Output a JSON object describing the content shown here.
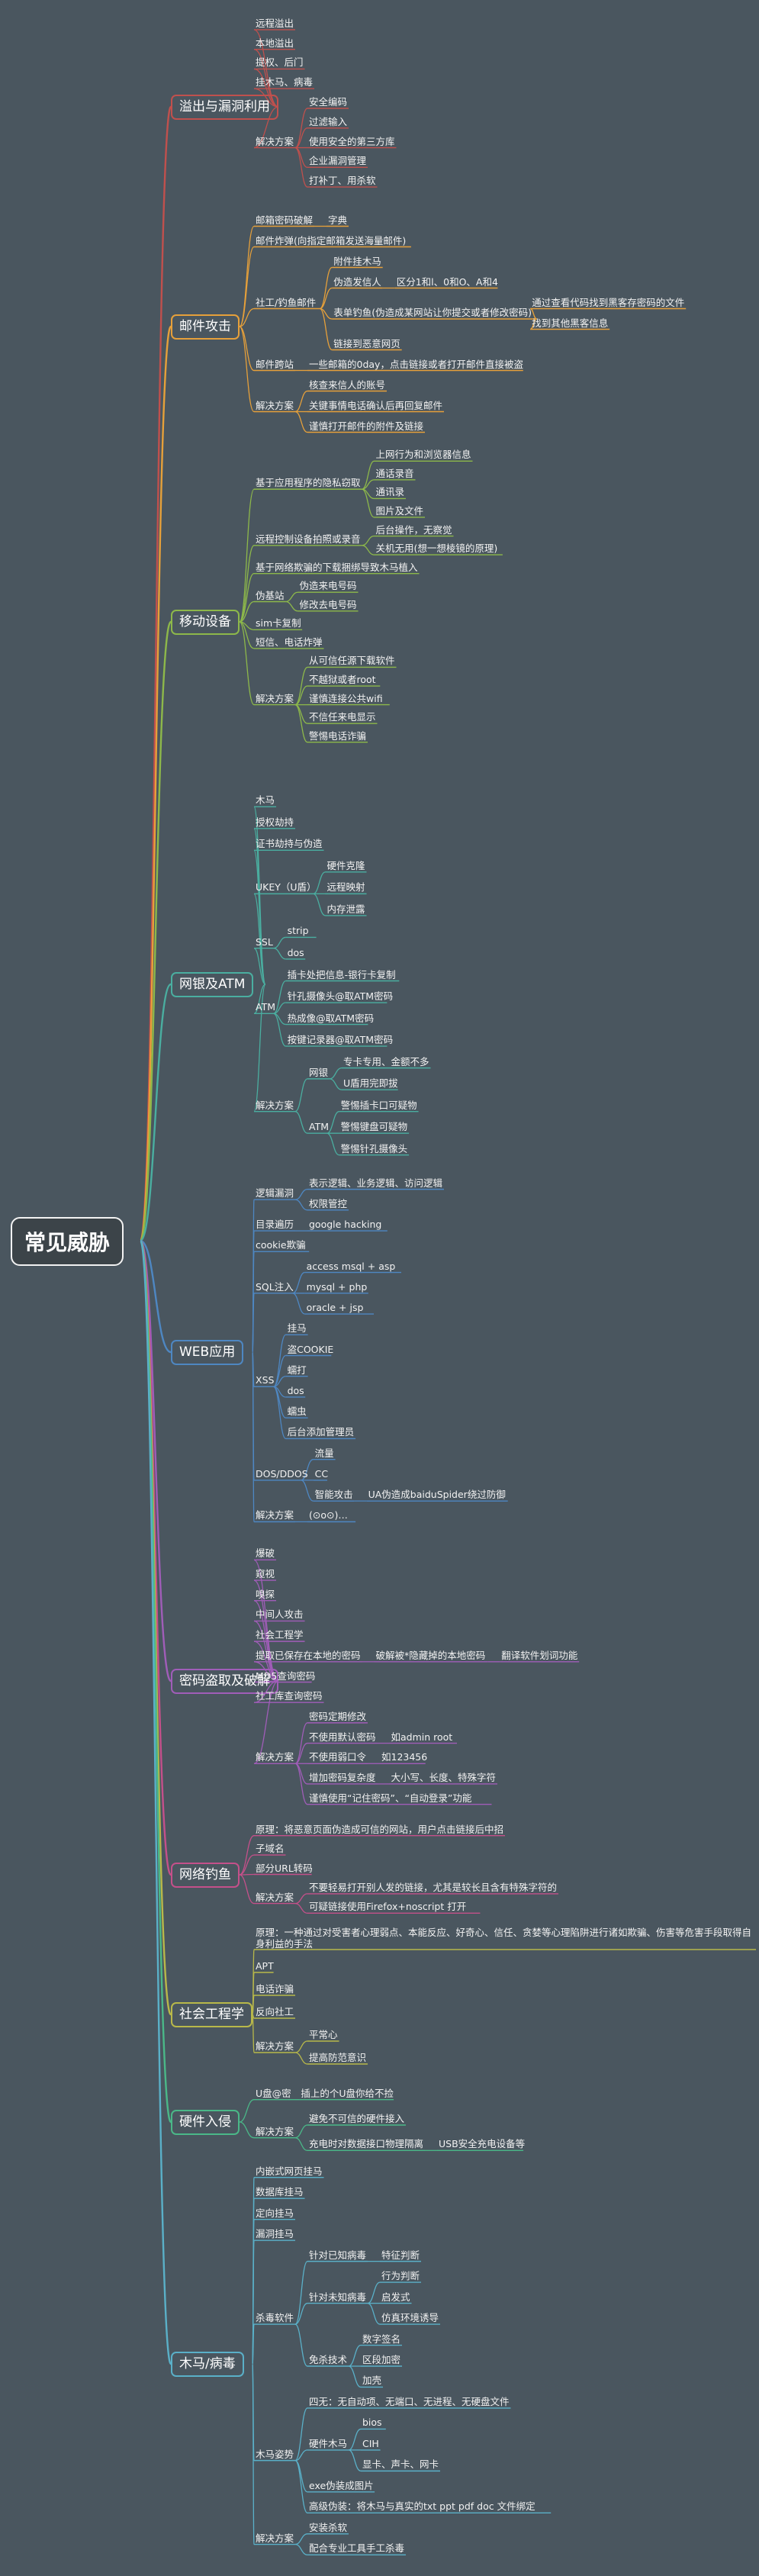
{
  "root": {
    "label": "常见威胁"
  },
  "branches": [
    {
      "label": "溢出与漏洞利用",
      "color": "#c0504d",
      "items": [
        {
          "label": "远程溢出"
        },
        {
          "label": "本地溢出"
        },
        {
          "label": "提权、后门"
        },
        {
          "label": "挂木马、病毒"
        },
        {
          "label": "解决方案",
          "children": [
            {
              "label": "安全编码"
            },
            {
              "label": "过滤输入"
            },
            {
              "label": "使用安全的第三方库"
            },
            {
              "label": "企业漏洞管理"
            },
            {
              "label": "打补丁、用杀软"
            }
          ]
        }
      ]
    },
    {
      "label": "邮件攻击",
      "color": "#e6a03a",
      "items": [
        {
          "label": "邮箱密码破解",
          "children": [
            {
              "label": "字典"
            }
          ]
        },
        {
          "label": "邮件炸弹(向指定邮箱发送海量邮件)"
        },
        {
          "label": "社工/钓鱼邮件",
          "children": [
            {
              "label": "附件挂木马"
            },
            {
              "label": "伪造发信人",
              "children": [
                {
                  "label": "区分1和l、0和O、A和4"
                }
              ]
            },
            {
              "label": "表单钓鱼(伪造成某网站让你提交或者修改密码)",
              "children": [
                {
                  "label": "通过查看代码找到黑客存密码的文件"
                },
                {
                  "label": "找到其他黑客信息"
                }
              ]
            },
            {
              "label": "链接到恶意网页"
            }
          ]
        },
        {
          "label": "邮件跨站",
          "children": [
            {
              "label": "一些邮箱的0day，点击链接或者打开邮件直接被盗"
            }
          ]
        },
        {
          "label": "解决方案",
          "children": [
            {
              "label": "核查来信人的账号"
            },
            {
              "label": "关键事情电话确认后再回复邮件"
            },
            {
              "label": "谨慎打开邮件的附件及链接"
            }
          ]
        }
      ]
    },
    {
      "label": "移动设备",
      "color": "#8db84a",
      "items": [
        {
          "label": "基于应用程序的隐私窃取",
          "children": [
            {
              "label": "上网行为和浏览器信息"
            },
            {
              "label": "通话录音"
            },
            {
              "label": "通讯录"
            },
            {
              "label": "图片及文件"
            }
          ]
        },
        {
          "label": "远程控制设备拍照或录音",
          "children": [
            {
              "label": "后台操作，无察觉"
            },
            {
              "label": "关机无用(想一想棱镜的原理)"
            }
          ]
        },
        {
          "label": "基于网络欺骗的下载捆绑导致木马植入"
        },
        {
          "label": "伪基站",
          "children": [
            {
              "label": "伪造来电号码"
            },
            {
              "label": "修改去电号码"
            }
          ]
        },
        {
          "label": "sim卡复制"
        },
        {
          "label": "短信、电话炸弹"
        },
        {
          "label": "解决方案",
          "children": [
            {
              "label": "从可信任源下载软件"
            },
            {
              "label": "不越狱或者root"
            },
            {
              "label": "谨慎连接公共wifi"
            },
            {
              "label": "不信任来电显示"
            },
            {
              "label": "警惕电话诈骗"
            }
          ]
        }
      ]
    },
    {
      "label": "网银及ATM",
      "color": "#4aaea0",
      "items": [
        {
          "label": "木马"
        },
        {
          "label": "授权劫持"
        },
        {
          "label": "证书劫持与伪造"
        },
        {
          "label": "UKEY（U盾）",
          "children": [
            {
              "label": "硬件克隆"
            },
            {
              "label": "远程映射"
            },
            {
              "label": "内存泄露"
            }
          ]
        },
        {
          "label": "SSL",
          "children": [
            {
              "label": "strip"
            },
            {
              "label": "dos"
            }
          ]
        },
        {
          "label": "ATM",
          "children": [
            {
              "label": "插卡处把信息-银行卡复制"
            },
            {
              "label": "针孔摄像头@取ATM密码"
            },
            {
              "label": "热成像@取ATM密码"
            },
            {
              "label": "按键记录器@取ATM密码"
            }
          ]
        },
        {
          "label": "解决方案",
          "children": [
            {
              "label": "网银",
              "children": [
                {
                  "label": "专卡专用、金额不多"
                },
                {
                  "label": "U盾用完即拔"
                }
              ]
            },
            {
              "label": "ATM",
              "children": [
                {
                  "label": "警惕插卡口可疑物"
                },
                {
                  "label": "警惕键盘可疑物"
                },
                {
                  "label": "警惕针孔摄像头"
                }
              ]
            }
          ]
        }
      ]
    },
    {
      "label": "WEB应用",
      "color": "#4e87c2",
      "items": [
        {
          "label": "逻辑漏洞",
          "children": [
            {
              "label": "表示逻辑、业务逻辑、访问逻辑"
            },
            {
              "label": "权限管控"
            }
          ]
        },
        {
          "label": "目录遍历",
          "children": [
            {
              "label": "google hacking"
            }
          ]
        },
        {
          "label": "cookie欺骗"
        },
        {
          "label": "SQL注入",
          "children": [
            {
              "label": "access msql + asp"
            },
            {
              "label": "mysql + php"
            },
            {
              "label": "oracle + jsp"
            }
          ]
        },
        {
          "label": "XSS",
          "children": [
            {
              "label": "挂马"
            },
            {
              "label": "盗COOKIE"
            },
            {
              "label": "蠕打"
            },
            {
              "label": "dos"
            },
            {
              "label": "蠕虫"
            },
            {
              "label": "后台添加管理员"
            }
          ]
        },
        {
          "label": "DOS/DDOS",
          "children": [
            {
              "label": "流量"
            },
            {
              "label": "CC"
            },
            {
              "label": "智能攻击",
              "children": [
                {
                  "label": "UA伪造成baiduSpider绕过防御"
                }
              ]
            }
          ]
        },
        {
          "label": "解决方案",
          "children": [
            {
              "label": "(⊙o⊙)…"
            }
          ]
        }
      ]
    },
    {
      "label": "密码盗取及破解",
      "color": "#a05db8",
      "items": [
        {
          "label": "爆破"
        },
        {
          "label": "窥视"
        },
        {
          "label": "嗅探"
        },
        {
          "label": "中间人攻击"
        },
        {
          "label": "社会工程学"
        },
        {
          "label": "提取已保存在本地的密码",
          "children": [
            {
              "label": "破解被*隐藏掉的本地密码",
              "children": [
                {
                  "label": "翻译软件划词功能"
                }
              ]
            }
          ]
        },
        {
          "label": "MD5查询密码"
        },
        {
          "label": "社工库查询密码"
        },
        {
          "label": "解决方案",
          "children": [
            {
              "label": "密码定期修改"
            },
            {
              "label": "不使用默认密码",
              "children": [
                {
                  "label": "如admin root"
                }
              ]
            },
            {
              "label": "不使用弱口令",
              "children": [
                {
                  "label": "如123456"
                }
              ]
            },
            {
              "label": "增加密码复杂度",
              "children": [
                {
                  "label": "大小写、长度、特殊字符"
                }
              ]
            },
            {
              "label": "谨慎使用“记住密码”、“自动登录”功能"
            }
          ]
        }
      ]
    },
    {
      "label": "网络钓鱼",
      "color": "#c4508a",
      "items": [
        {
          "label": "原理：将恶意页面伪造成可信的网站，用户点击链接后中招"
        },
        {
          "label": "子域名"
        },
        {
          "label": "部分URL转码"
        },
        {
          "label": "解决方案",
          "children": [
            {
              "label": "不要轻易打开别人发的链接，尤其是较长且含有特殊字符的"
            },
            {
              "label": "可疑链接使用Firefox+noscript 打开"
            }
          ]
        }
      ]
    },
    {
      "label": "社会工程学",
      "color": "#b8b84a",
      "items": [
        {
          "label": "原理：一种通过对受害者心理弱点、本能反应、好奇心、信任、贪婪等心理陷阱进行诸如欺骗、伤害等危害手段取得自身利益的手法"
        },
        {
          "label": "APT"
        },
        {
          "label": "电话诈骗"
        },
        {
          "label": "反向社工"
        },
        {
          "label": "解决方案",
          "children": [
            {
              "label": "平常心"
            },
            {
              "label": "提高防范意识"
            }
          ]
        }
      ]
    },
    {
      "label": "硬件入侵",
      "color": "#4ab888",
      "items": [
        {
          "label": "U盘@密",
          "children": [
            {
              "label": "插上的个U盘你给不捡"
            }
          ]
        },
        {
          "label": "解决方案",
          "children": [
            {
              "label": "避免不可信的硬件接入"
            },
            {
              "label": "充电时对数据接口物理隔离",
              "children": [
                {
                  "label": "USB安全充电设备等"
                }
              ]
            }
          ]
        }
      ]
    },
    {
      "label": "木马/病毒",
      "color": "#5ab0c8",
      "items": [
        {
          "label": "内嵌式网页挂马"
        },
        {
          "label": "数据库挂马"
        },
        {
          "label": "定向挂马"
        },
        {
          "label": "漏洞挂马"
        },
        {
          "label": "杀毒软件",
          "children": [
            {
              "label": "针对已知病毒",
              "children": [
                {
                  "label": "特征判断"
                }
              ]
            },
            {
              "label": "针对未知病毒",
              "children": [
                {
                  "label": "行为判断"
                },
                {
                  "label": "启发式"
                },
                {
                  "label": "仿真环境诱导"
                }
              ]
            },
            {
              "label": "免杀技术",
              "children": [
                {
                  "label": "数字签名"
                },
                {
                  "label": "区段加密"
                },
                {
                  "label": "加壳"
                }
              ]
            }
          ]
        },
        {
          "label": "木马姿势",
          "children": [
            {
              "label": "四无：无自动项、无端口、无进程、无硬盘文件"
            },
            {
              "label": "硬件木马",
              "children": [
                {
                  "label": "bios"
                },
                {
                  "label": "CIH"
                },
                {
                  "label": "显卡、声卡、网卡"
                }
              ]
            },
            {
              "label": "exe伪装成图片"
            },
            {
              "label": "高级伪装：将木马与真实的txt ppt pdf doc 文件绑定"
            }
          ]
        },
        {
          "label": "解决方案",
          "children": [
            {
              "label": "安装杀软"
            },
            {
              "label": "配合专业工具手工杀毒"
            }
          ]
        }
      ]
    }
  ]
}
